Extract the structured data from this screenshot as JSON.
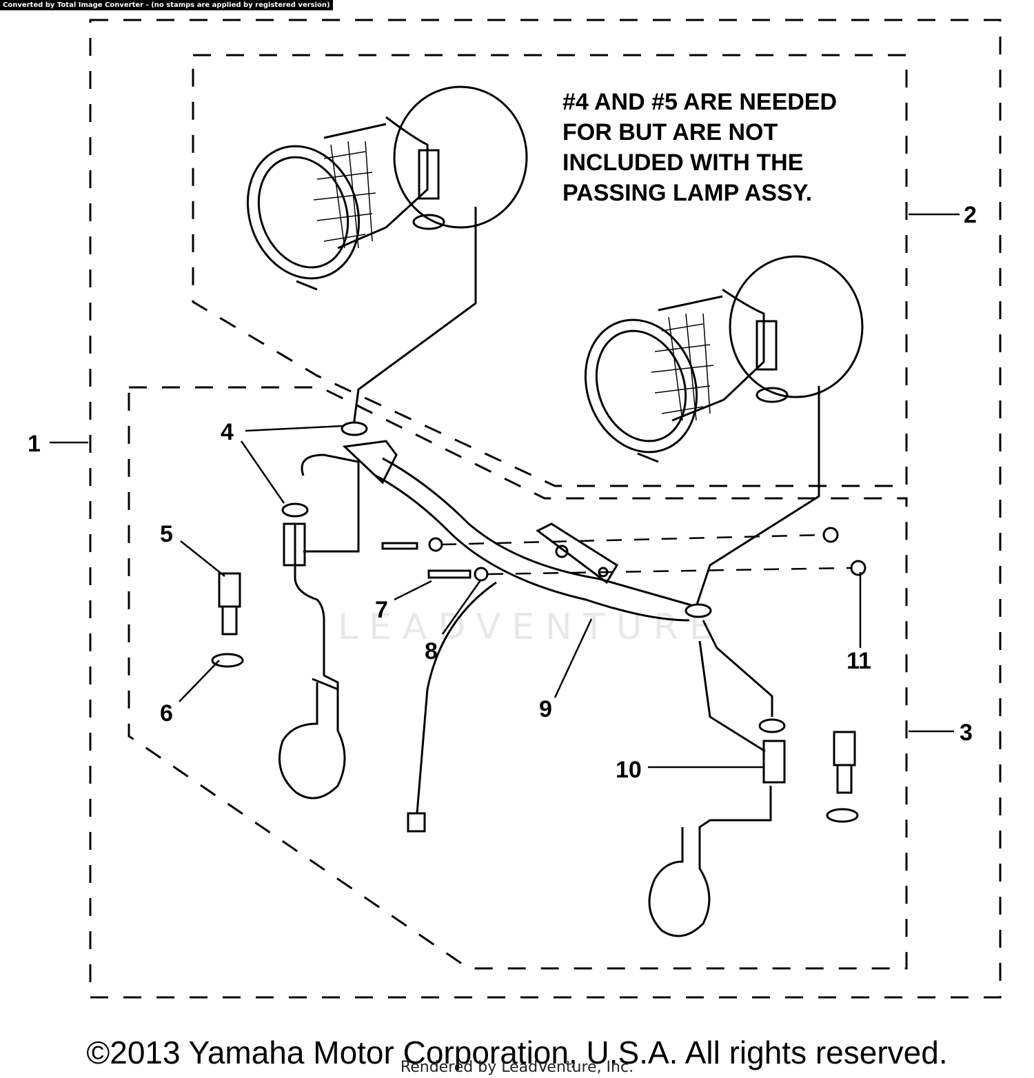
{
  "banner": "Converted by Total Image Converter - (no stamps are applied by registered version)",
  "note": {
    "lines": [
      "#4 AND #5 ARE NEEDED",
      "FOR BUT ARE NOT",
      "INCLUDED WITH THE",
      "PASSING LAMP ASSY."
    ]
  },
  "callouts": {
    "c1": "1",
    "c2": "2",
    "c3": "3",
    "c4": "4",
    "c5": "5",
    "c6": "6",
    "c7": "7",
    "c8": "8",
    "c9": "9",
    "c10": "10",
    "c11": "11"
  },
  "watermark": "LEADVENTURE",
  "footer": {
    "copyright": "©2013 Yamaha Motor Corporation, U.S.A. All rights reserved.",
    "rendered_by": "Rendered by LeadVenture, Inc."
  }
}
